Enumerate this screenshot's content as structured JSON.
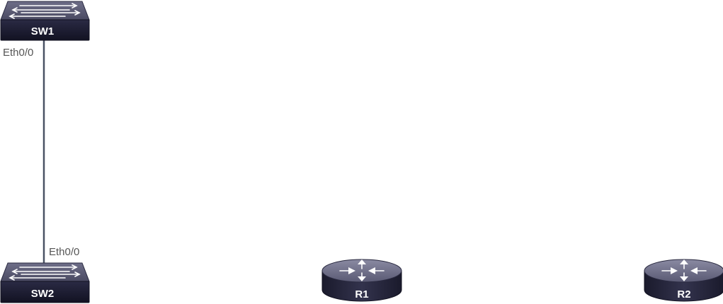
{
  "diagram": {
    "nodes": [
      {
        "id": "sw1",
        "type": "switch",
        "label": "SW1"
      },
      {
        "id": "sw2",
        "type": "switch",
        "label": "SW2"
      },
      {
        "id": "r1",
        "type": "router",
        "label": "R1"
      },
      {
        "id": "r2",
        "type": "router",
        "label": "R2"
      }
    ],
    "links": [
      {
        "from": "sw1",
        "to": "sw2",
        "from_port": "Eth0/0",
        "to_port": "Eth0/0"
      }
    ],
    "colors": {
      "device_body": "#1f1f33",
      "device_top": "#595972",
      "link": "#4a5264",
      "label_text": "#ffffff",
      "port_text": "#555555"
    }
  }
}
